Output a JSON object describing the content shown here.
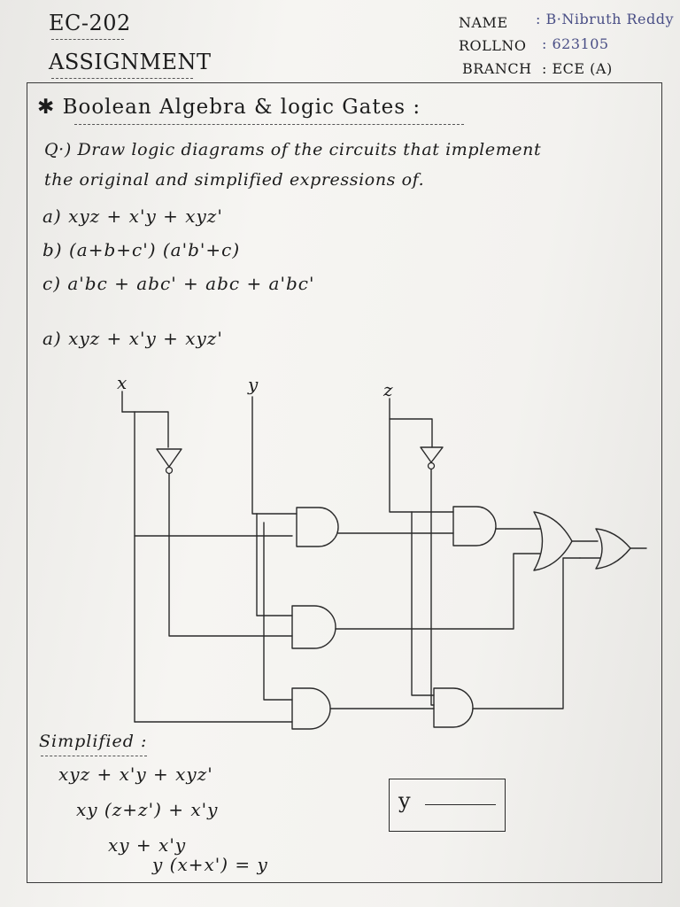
{
  "header": {
    "course": "EC-202",
    "title": "ASSIGNMENT",
    "name_label": "NAME",
    "name_value": ": B·Nibruth Reddy",
    "rollno_label": "ROLLNO",
    "rollno_value": ": 623105",
    "branch_label": "BRANCH",
    "branch_value": ": ECE (A)"
  },
  "section": {
    "heading": "✱ Boolean Algebra & logic Gates :"
  },
  "question": {
    "line1": "Q·) Draw logic diagrams of the circuits that implement",
    "line2": "the original and simplified expressions of.",
    "items": [
      "a) xyz + x'y + xyz'",
      "b) (a+b+c') (a'b'+c)",
      "c) a'bc + abc' + abc + a'bc'"
    ]
  },
  "diagram": {
    "label": "a) xyz + x'y + xyz'",
    "inputs": [
      "x",
      "y",
      "z"
    ]
  },
  "simplified": {
    "heading": "Simplified :",
    "steps": [
      "xyz + x'y + xyz'",
      "xy (z+z') + x'y",
      "xy + x'y",
      "y (x+x') = y"
    ],
    "result": "y"
  }
}
